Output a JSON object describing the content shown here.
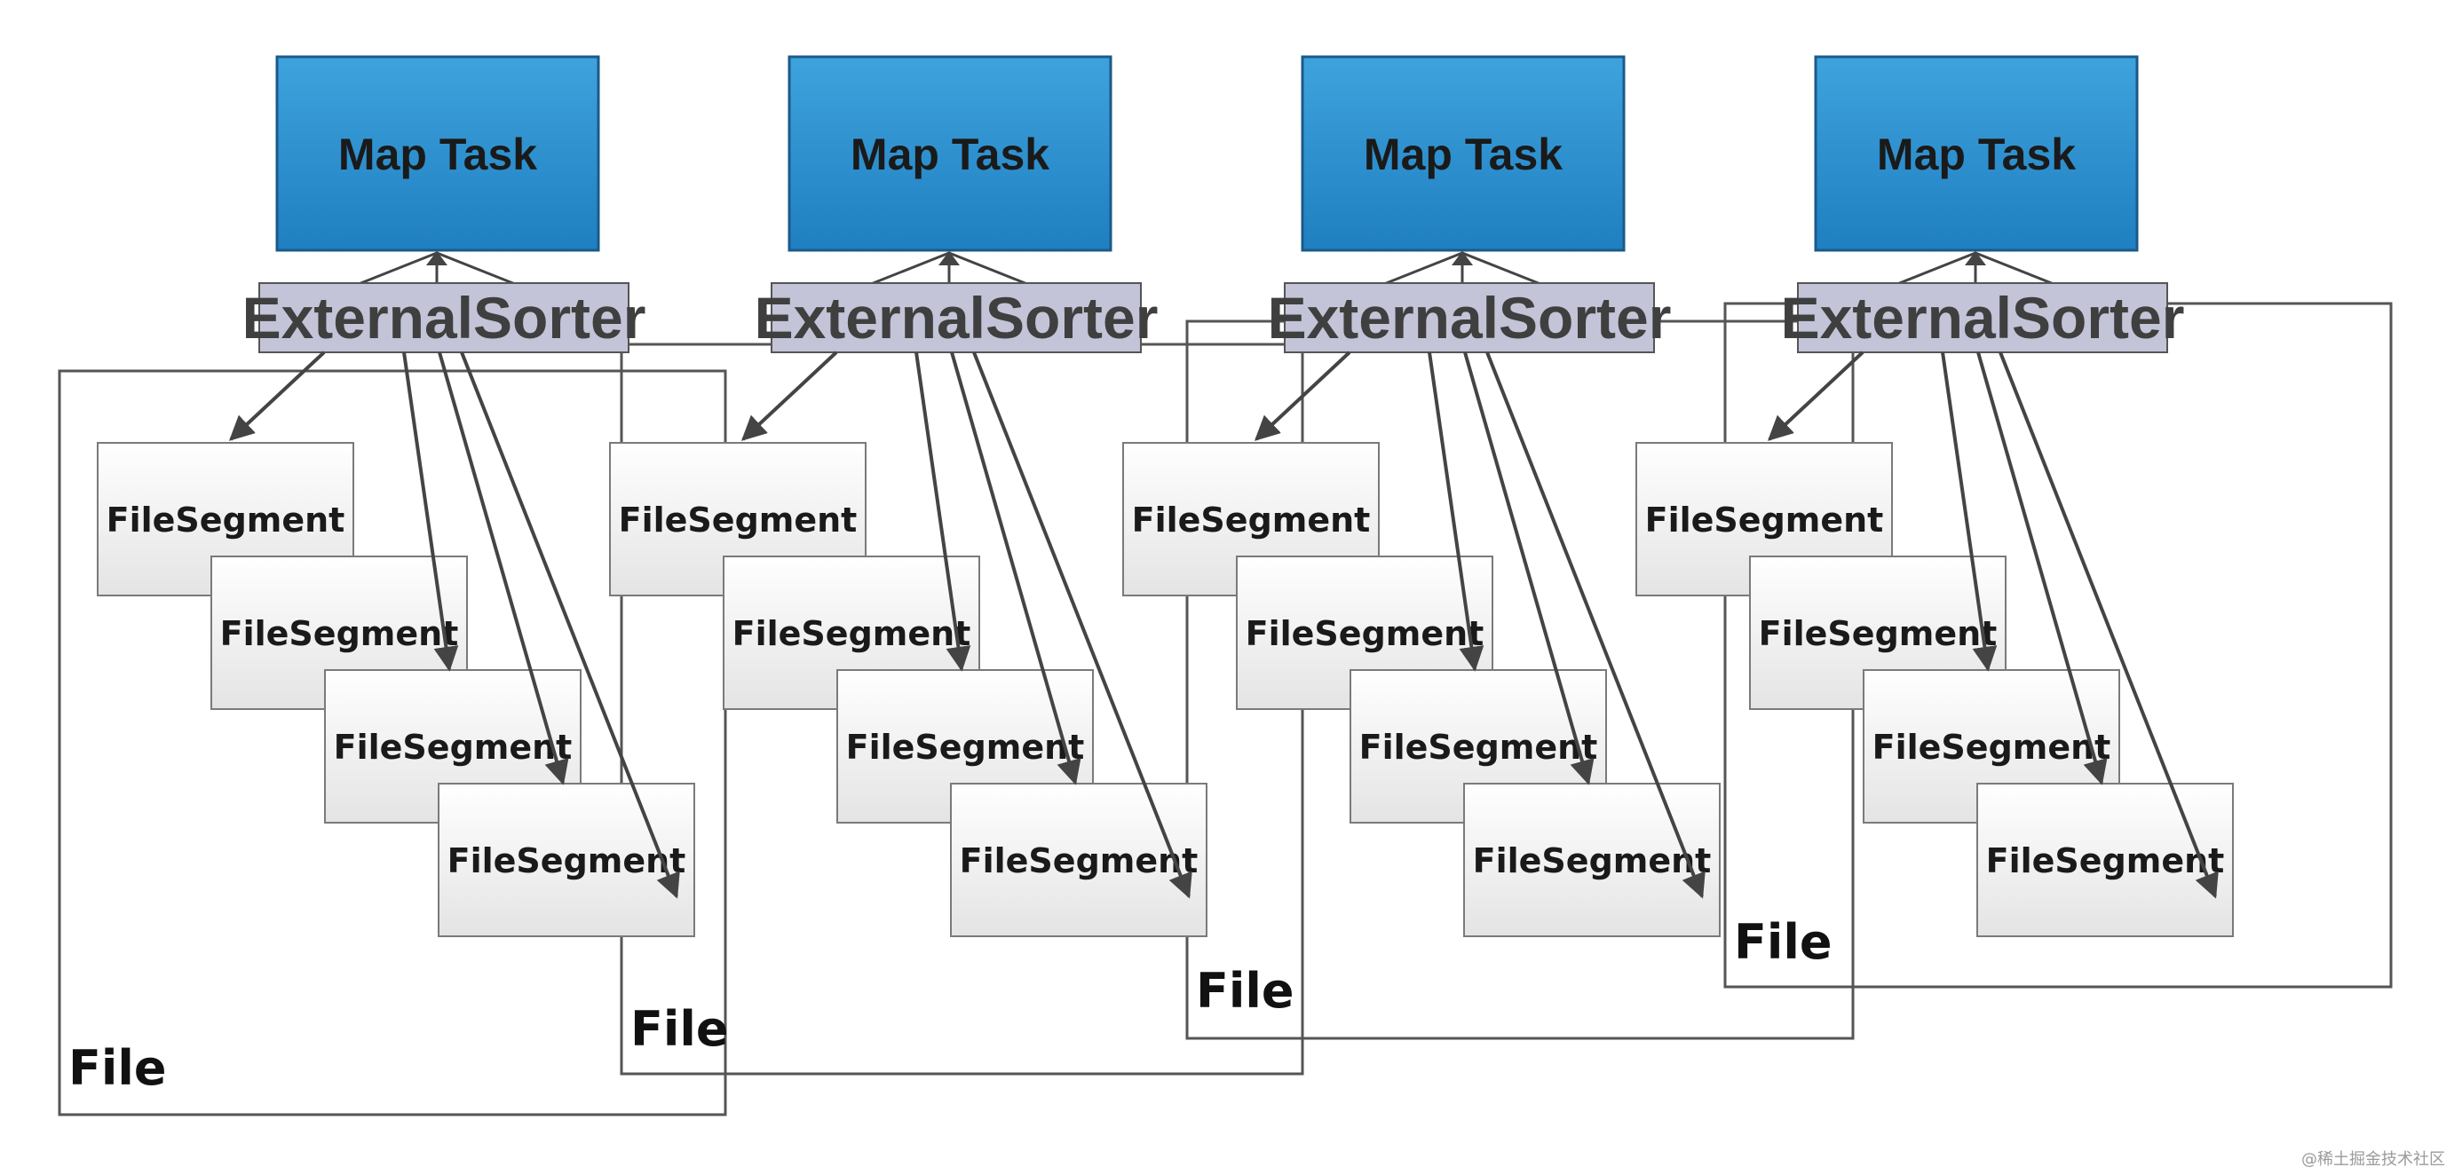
{
  "diagram": {
    "map_task_label": "Map Task",
    "sorter_label": "ExternalSorter",
    "segment_label": "FileSegment",
    "file_label": "File",
    "groups": 4,
    "segments_per_group": 4
  },
  "colors": {
    "map_task_fill_top": "#3ea3dd",
    "map_task_fill_bottom": "#1f7fc0",
    "map_task_border": "#1b5a8a",
    "sorter_fill": "#c4c4d8",
    "sorter_border": "#555555",
    "segment_fill_top": "#ffffff",
    "segment_fill_bottom": "#e4e4e4",
    "file_border": "#555555",
    "arrow": "#444444"
  },
  "watermark": "@稀土掘金技术社区"
}
